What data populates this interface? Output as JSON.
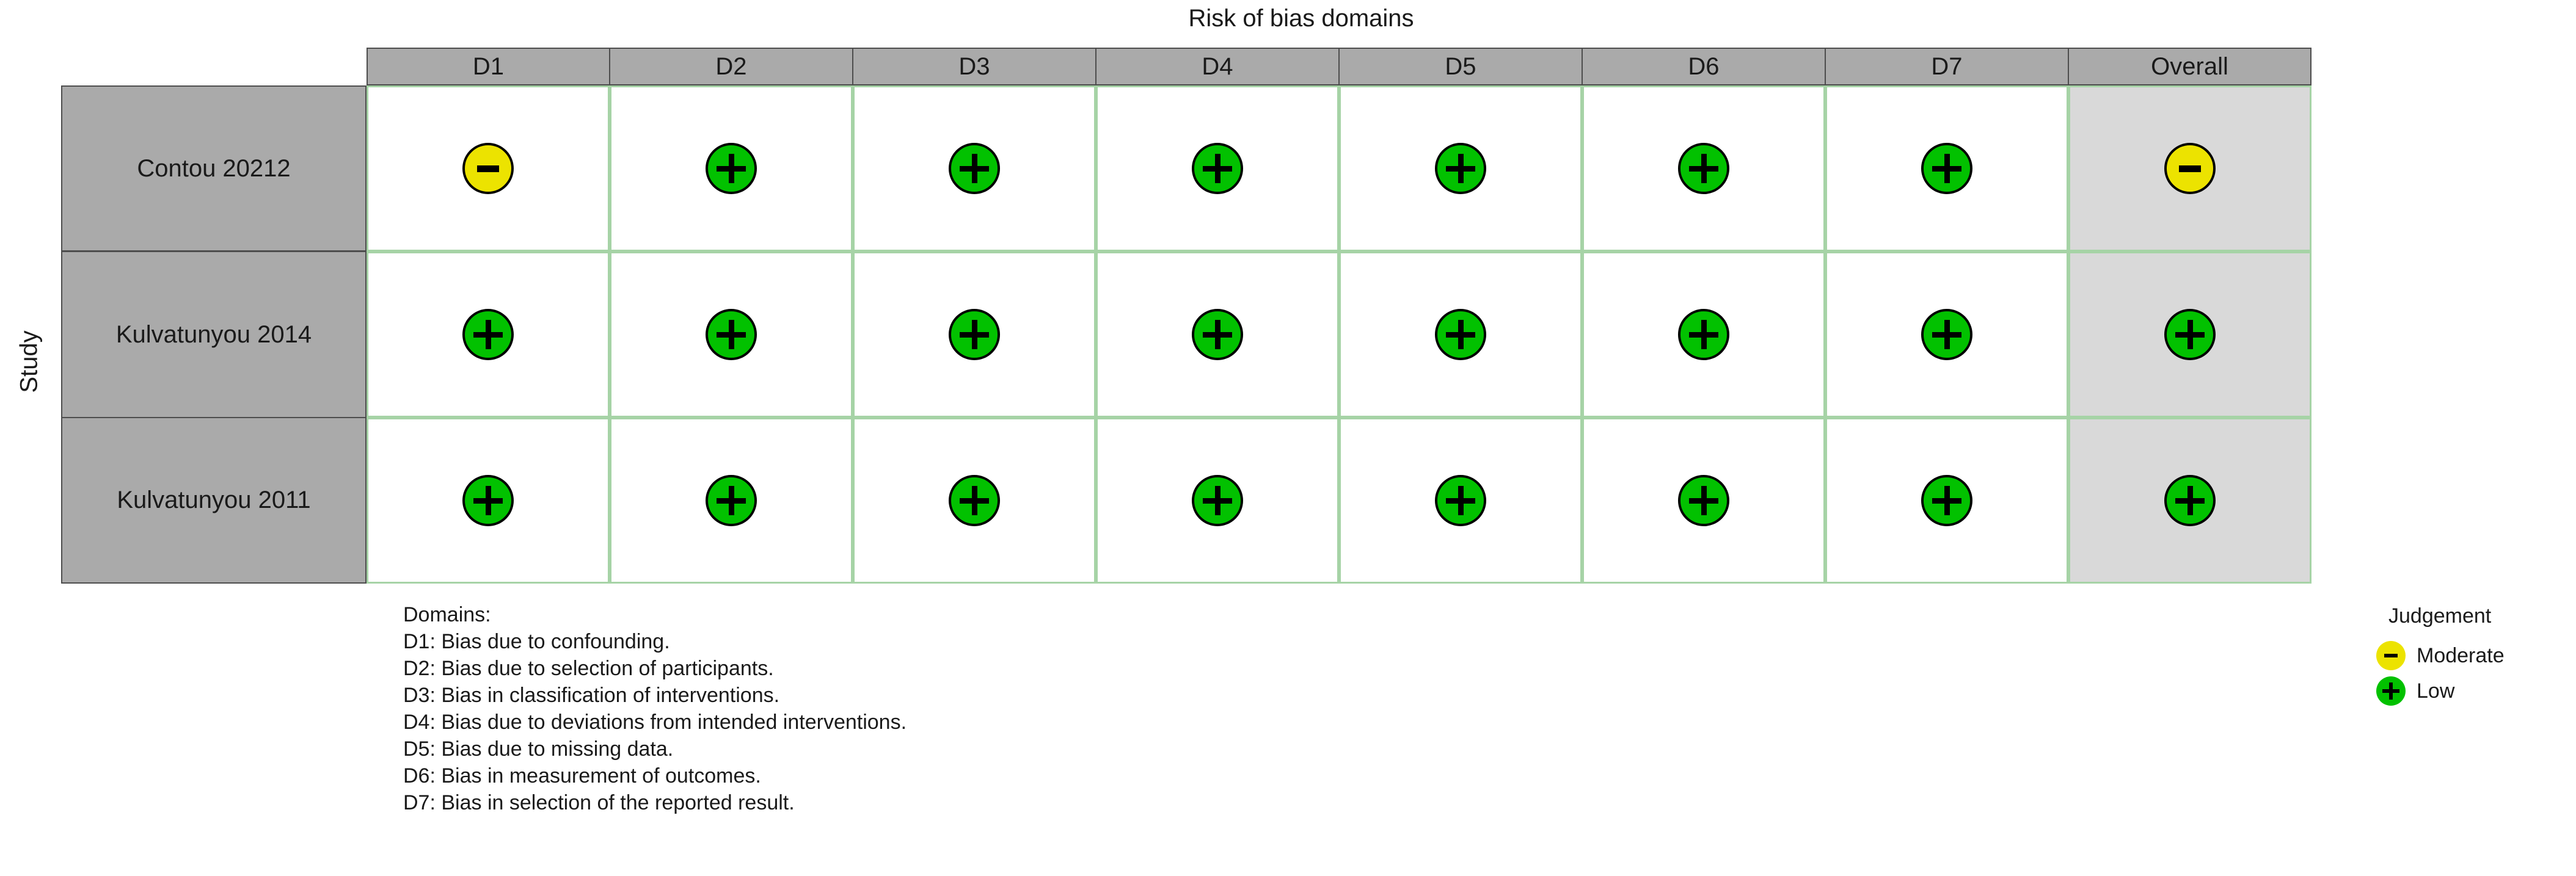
{
  "plot": {
    "title": "Risk of bias domains",
    "y_axis_label": "Study"
  },
  "chart_data": {
    "type": "table",
    "title": "Risk of bias domains",
    "xlabel": "Risk of bias domains",
    "ylabel": "Study",
    "grid": true,
    "legend_position": "bottom-right",
    "columns": [
      "D1",
      "D2",
      "D3",
      "D4",
      "D5",
      "D6",
      "D7",
      "Overall"
    ],
    "rows": [
      {
        "study": "Contou 20212",
        "judgements": [
          "Moderate",
          "Low",
          "Low",
          "Low",
          "Low",
          "Low",
          "Low"
        ],
        "overall": "Moderate"
      },
      {
        "study": "Kulvatunyou 2014",
        "judgements": [
          "Low",
          "Low",
          "Low",
          "Low",
          "Low",
          "Low",
          "Low"
        ],
        "overall": "Low"
      },
      {
        "study": "Kulvatunyou 2011",
        "judgements": [
          "Low",
          "Low",
          "Low",
          "Low",
          "Low",
          "Low",
          "Low"
        ],
        "overall": "Low"
      }
    ],
    "symbols": {
      "Low": "+",
      "Moderate": "-"
    },
    "colors": {
      "low": "#02c100",
      "moderate": "#ece300",
      "header_grey": "#aaaaaa",
      "overall_cell_grey": "#d9d9d9",
      "grid_green": "#a6d3a6",
      "border_dark": "#4d4d4d"
    }
  },
  "headers": {
    "d1": "D1",
    "d2": "D2",
    "d3": "D3",
    "d4": "D4",
    "d5": "D5",
    "d6": "D6",
    "d7": "D7",
    "overall": "Overall"
  },
  "studies": {
    "row1": "Contou 20212",
    "row2": "Kulvatunyou 2014",
    "row3": "Kulvatunyou 2011"
  },
  "domains_note": {
    "heading": "Domains:",
    "d1": "D1: Bias due to confounding.",
    "d2": "D2: Bias due to selection of participants.",
    "d3": "D3: Bias in classification of interventions.",
    "d4": "D4: Bias due to deviations from intended interventions.",
    "d5": "D5: Bias due to missing data.",
    "d6": "D6: Bias in measurement of outcomes.",
    "d7": "D7: Bias in selection of the reported result."
  },
  "legend": {
    "title": "Judgement",
    "moderate_label": "Moderate",
    "low_label": "Low"
  }
}
